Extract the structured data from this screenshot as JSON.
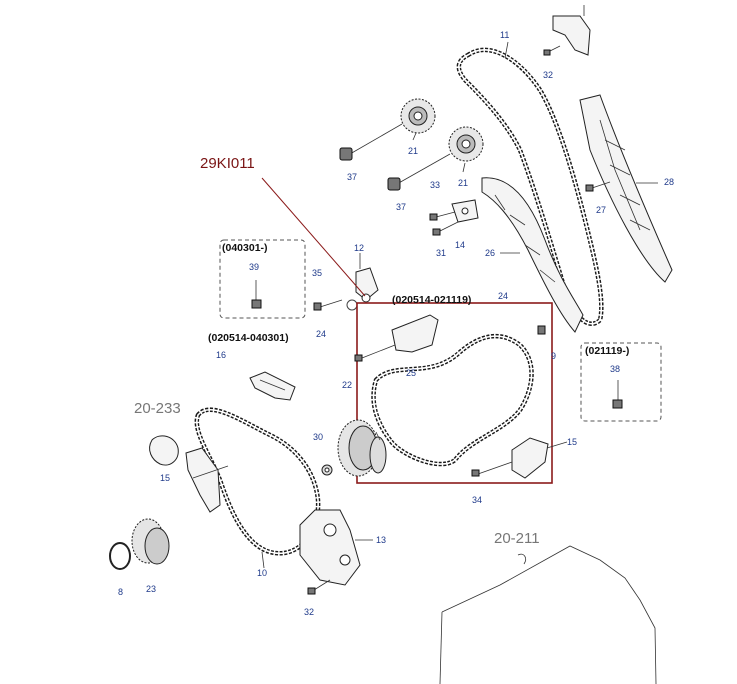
{
  "diagram_code": "29KI011",
  "references": {
    "ref_left": "20-233",
    "ref_bottom": "20-211"
  },
  "groups": {
    "g1": "(040301-)",
    "g2": "(020514-040301)",
    "g3": "(020514-021119)",
    "g4": "(021119-)"
  },
  "labels": {
    "p11": "11",
    "p32a": "32",
    "p28": "28",
    "p27": "27",
    "p21a": "21",
    "p21b": "21",
    "p37a": "37",
    "p37b": "37",
    "p33": "33",
    "p14": "14",
    "p31": "31",
    "p26": "26",
    "p12": "12",
    "p35": "35",
    "p39": "39",
    "p24a": "24",
    "p24b": "24",
    "p25": "25",
    "p9": "9",
    "p38": "38",
    "p16": "16",
    "p22": "22",
    "p30": "30",
    "p15a": "15",
    "p15b": "15",
    "p34": "34",
    "p13": "13",
    "p10": "10",
    "p8": "8",
    "p23": "23",
    "p32b": "32"
  }
}
